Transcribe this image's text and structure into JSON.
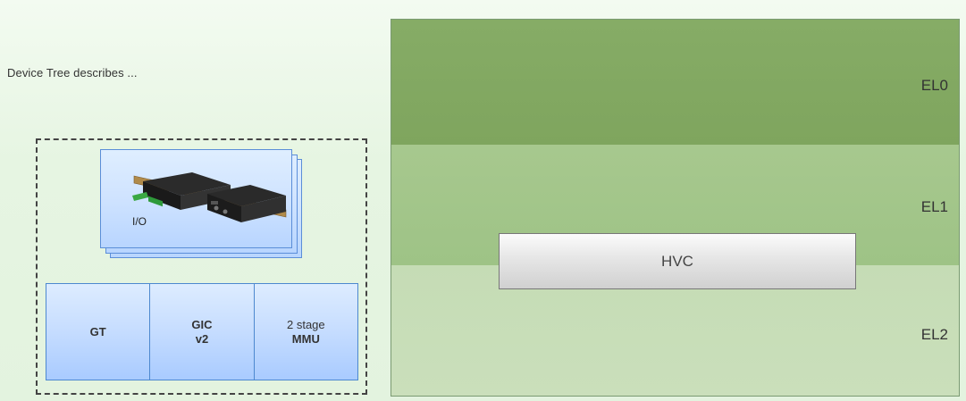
{
  "caption": "Device Tree describes ...",
  "device": {
    "io_label": "I/O",
    "cells": [
      {
        "line1": "GT",
        "line2": ""
      },
      {
        "line1": "GIC",
        "line2": "v2"
      },
      {
        "line1": "2 stage",
        "line2": "MMU"
      }
    ]
  },
  "exception_levels": {
    "el0": "EL0",
    "el1": "EL1",
    "el2": "EL2"
  },
  "hvc": "HVC"
}
